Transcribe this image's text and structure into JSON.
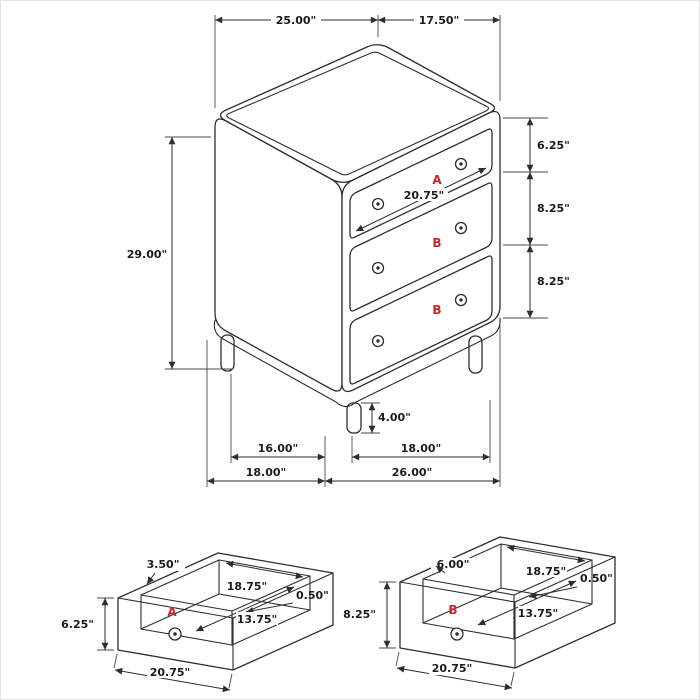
{
  "main": {
    "top_width": "25.00\"",
    "top_depth": "17.50\"",
    "drawer_a_height": "6.25\"",
    "drawer_b1_height": "8.25\"",
    "drawer_b2_height": "8.25\"",
    "overall_height": "29.00\"",
    "drawer_front_width": "20.75\"",
    "label_a": "A",
    "label_b1": "B",
    "label_b2": "B",
    "leg_height": "4.00\"",
    "leg_span_side": "16.00\"",
    "leg_span_front": "18.00\"",
    "footprint_depth": "18.00\"",
    "footprint_width": "26.00\""
  },
  "drawer_a": {
    "label": "A",
    "side_height": "3.50\"",
    "inner_width": "18.75\"",
    "front_height": "6.25\"",
    "thickness": "0.50\"",
    "inner_depth": "13.75\"",
    "outer_width": "20.75\""
  },
  "drawer_b": {
    "label": "B",
    "side_height": "6.00\"",
    "inner_width": "18.75\"",
    "front_height": "8.25\"",
    "thickness": "0.50\"",
    "inner_depth": "13.75\"",
    "outer_width": "20.75\""
  },
  "colors": {
    "line": "#2e2e2e",
    "accent_red": "#c62828"
  }
}
